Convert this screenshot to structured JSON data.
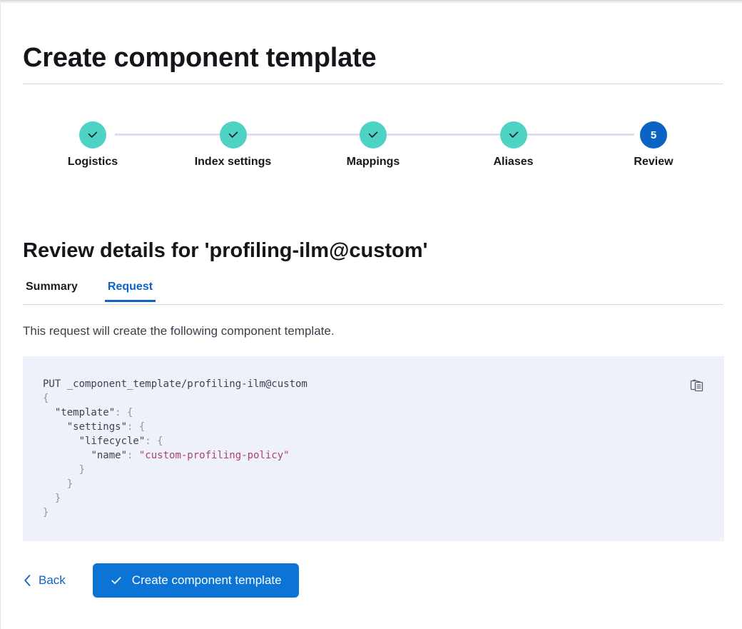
{
  "page": {
    "title": "Create component template",
    "review_heading": "Review details for 'profiling-ilm@custom'",
    "description": "This request will create the following component template."
  },
  "colors": {
    "accent_blue": "#0b64c4",
    "primary_button": "#0b74d4",
    "step_done": "#4ed2c4",
    "step_current": "#0b64c4",
    "code_panel_bg": "#eff1fa",
    "code_string": "#ad4267",
    "code_text": "#3b4354",
    "divider": "#d6d9e4"
  },
  "stepper": {
    "steps": [
      {
        "label": "Logistics",
        "number": "1",
        "state": "done",
        "icon": "check-icon"
      },
      {
        "label": "Index settings",
        "number": "2",
        "state": "done",
        "icon": "check-icon"
      },
      {
        "label": "Mappings",
        "number": "3",
        "state": "done",
        "icon": "check-icon"
      },
      {
        "label": "Aliases",
        "number": "4",
        "state": "done",
        "icon": "check-icon"
      },
      {
        "label": "Review",
        "number": "5",
        "state": "current",
        "icon": ""
      }
    ]
  },
  "tabs": [
    {
      "label": "Summary",
      "active": false
    },
    {
      "label": "Request",
      "active": true
    }
  ],
  "code": {
    "copy_icon": "clipboard-copy-icon",
    "lines": [
      [
        {
          "t": "PUT _component_template/profiling-ilm@custom",
          "c": "c-method"
        }
      ],
      [
        {
          "t": "{",
          "c": "c-punct"
        }
      ],
      [
        {
          "t": "  ",
          "c": "c-punct"
        },
        {
          "t": "\"template\"",
          "c": "c-key"
        },
        {
          "t": ": {",
          "c": "c-punct"
        }
      ],
      [
        {
          "t": "    ",
          "c": "c-punct"
        },
        {
          "t": "\"settings\"",
          "c": "c-key"
        },
        {
          "t": ": {",
          "c": "c-punct"
        }
      ],
      [
        {
          "t": "      ",
          "c": "c-punct"
        },
        {
          "t": "\"lifecycle\"",
          "c": "c-key"
        },
        {
          "t": ": {",
          "c": "c-punct"
        }
      ],
      [
        {
          "t": "        ",
          "c": "c-punct"
        },
        {
          "t": "\"name\"",
          "c": "c-key"
        },
        {
          "t": ": ",
          "c": "c-punct"
        },
        {
          "t": "\"custom-profiling-policy\"",
          "c": "c-string"
        }
      ],
      [
        {
          "t": "      }",
          "c": "c-punct"
        }
      ],
      [
        {
          "t": "    }",
          "c": "c-punct"
        }
      ],
      [
        {
          "t": "  }",
          "c": "c-punct"
        }
      ],
      [
        {
          "t": "}",
          "c": "c-punct"
        }
      ]
    ]
  },
  "footer": {
    "back_label": "Back",
    "back_icon": "chevron-left-icon",
    "submit_label": "Create component template",
    "submit_icon": "check-icon"
  }
}
